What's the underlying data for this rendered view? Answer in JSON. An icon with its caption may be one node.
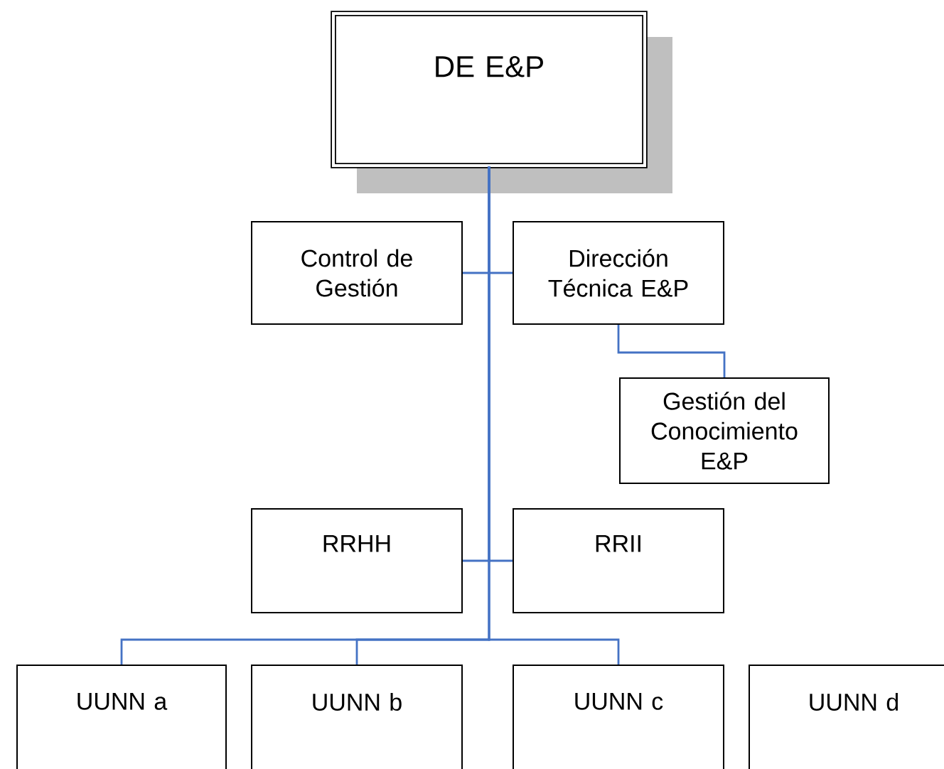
{
  "diagram": {
    "nodes": [
      {
        "text": [
          "DE E&P"
        ]
      },
      {
        "text": [
          "Control de Gestión"
        ]
      },
      {
        "text": [
          "Dirección Técnica E&P"
        ]
      },
      {
        "text": [
          "Gestión del Conocimiento E&P"
        ]
      },
      {
        "text": [
          "RRHH"
        ]
      },
      {
        "text": [
          "RRII"
        ]
      },
      {
        "text": [
          "UUNN a"
        ]
      },
      {
        "text": [
          "UUNN b"
        ]
      },
      {
        "text": [
          "UUNN c"
        ]
      },
      {
        "text": [
          "UUNN d"
        ]
      }
    ],
    "edges": [
      {
        "from": 0,
        "to": 1,
        "arrow": "none"
      },
      {
        "from": 0,
        "to": 2,
        "arrow": "none"
      },
      {
        "from": 2,
        "to": 3,
        "arrow": "none"
      },
      {
        "from": 0,
        "to": 4,
        "arrow": "none"
      },
      {
        "from": 0,
        "to": 5,
        "arrow": "none"
      },
      {
        "from": 0,
        "to": 6,
        "arrow": "none"
      },
      {
        "from": 0,
        "to": 7,
        "arrow": "none"
      },
      {
        "from": 0,
        "to": 8,
        "arrow": "none"
      }
    ]
  }
}
